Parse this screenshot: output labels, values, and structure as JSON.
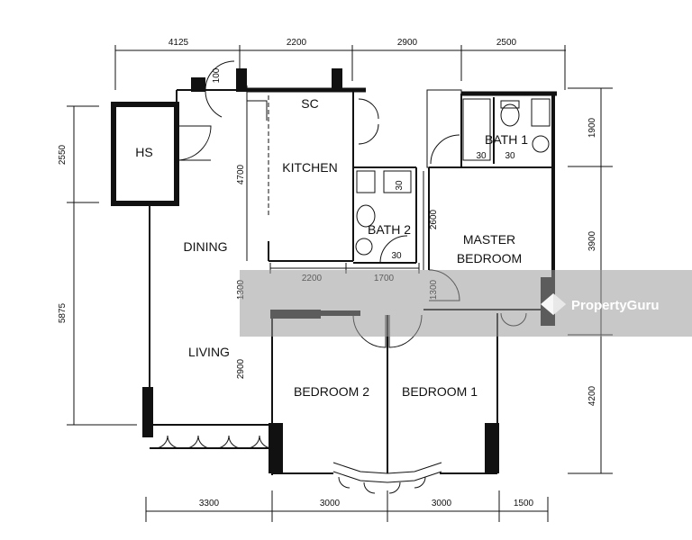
{
  "dimensions": {
    "top": [
      "4125",
      "2200",
      "2900",
      "2500"
    ],
    "bottom": [
      "3300",
      "3000",
      "3000",
      "1500"
    ],
    "left": [
      "2550",
      "5875"
    ],
    "right": [
      "1900",
      "3900",
      "4200"
    ],
    "interior": [
      "4700",
      "1300",
      "2900",
      "2200",
      "1700",
      "2600",
      "1300"
    ]
  },
  "rooms": {
    "hs": "HS",
    "kitchen": "KITCHEN",
    "sc": "SC",
    "dining": "DINING",
    "living": "LIVING",
    "bath1": "BATH 1",
    "bath2": "BATH 2",
    "master_line1": "MASTER",
    "master_line2": "BEDROOM",
    "bedroom2": "BEDROOM 2",
    "bedroom1": "BEDROOM 1"
  },
  "fixtures": {
    "door_100": "100",
    "bath1_30a": "30",
    "bath1_30b": "30",
    "bath2_30a": "30",
    "bath2_30b": "30"
  },
  "watermark": {
    "text": "PropertyGuru"
  }
}
